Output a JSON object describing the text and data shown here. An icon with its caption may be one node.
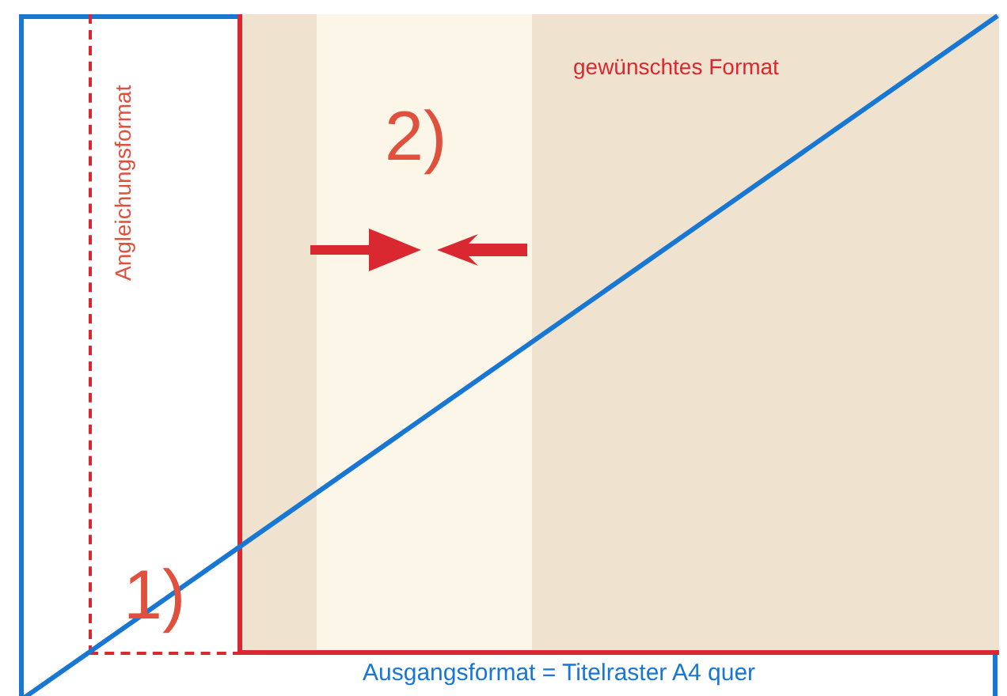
{
  "diagram": {
    "nodes": [
      {
        "text": [
          "Ausgangsformat = Titelraster A4 quer"
        ]
      },
      {
        "text": [
          "gewünschtes Format"
        ],
        "in": 0
      },
      {
        "text": [
          "Angleichungsformat"
        ],
        "in": 0
      }
    ],
    "labels": [
      "2)",
      "1)"
    ]
  }
}
